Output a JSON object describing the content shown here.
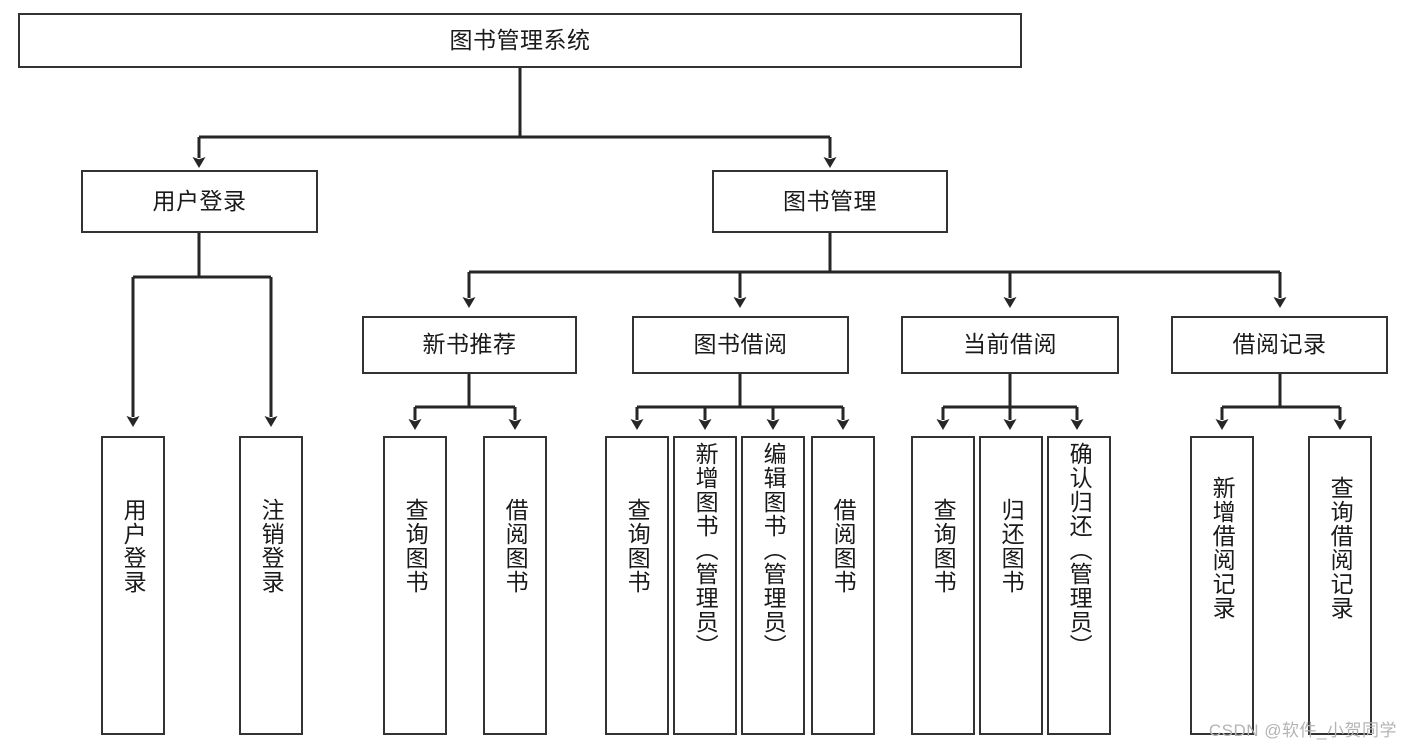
{
  "diagram": {
    "type": "hierarchy-tree",
    "title": "图书管理系统",
    "levels": 4,
    "root": {
      "label": "图书管理系统"
    },
    "level2": [
      {
        "label": "用户登录"
      },
      {
        "label": "图书管理"
      }
    ],
    "level3": [
      {
        "label": "新书推荐"
      },
      {
        "label": "图书借阅"
      },
      {
        "label": "当前借阅"
      },
      {
        "label": "借阅记录"
      }
    ],
    "leaves": {
      "user_login": [
        {
          "label": "用户登录"
        },
        {
          "label": "注销登录"
        }
      ],
      "new_book_recommend": [
        {
          "label": "查询图书"
        },
        {
          "label": "借阅图书"
        }
      ],
      "book_borrow": [
        {
          "label": "查询图书"
        },
        {
          "label": "新增图书（管理员）"
        },
        {
          "label": "编辑图书（管理员）"
        },
        {
          "label": "借阅图书"
        }
      ],
      "current_borrow": [
        {
          "label": "查询图书"
        },
        {
          "label": "归还图书"
        },
        {
          "label": "确认归还（管理员）"
        }
      ],
      "borrow_record": [
        {
          "label": "新增借阅记录"
        },
        {
          "label": "查询借阅记录"
        }
      ]
    }
  },
  "watermark": {
    "text": "CSDN @软件_小贺同学"
  },
  "colors": {
    "box_border": "#333333",
    "box_fill": "#ffffff",
    "connector": "#262626",
    "text": "#1a1a1a",
    "watermark": "#b4b4b4"
  }
}
